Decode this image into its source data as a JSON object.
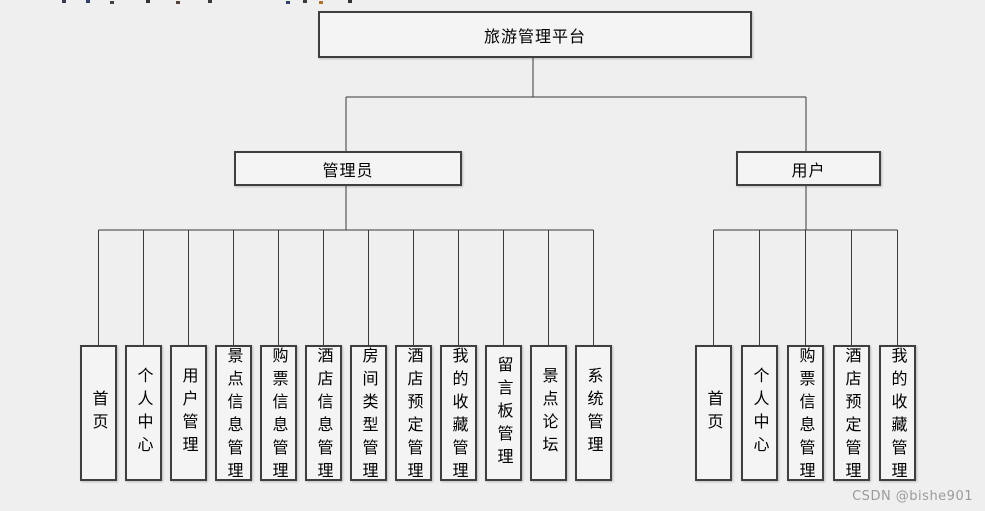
{
  "diagram": {
    "title": "旅游管理平台",
    "admin": {
      "label": "管理员",
      "children": [
        "首页",
        "个人中心",
        "用户管理",
        "景点信息管理",
        "购票信息管理",
        "酒店信息管理",
        "房间类型管理",
        "酒店预定管理",
        "我的收藏管理",
        "留言板管理",
        "景点论坛",
        "系统管理"
      ]
    },
    "user": {
      "label": "用户",
      "children": [
        "首页",
        "个人中心",
        "购票信息管理",
        "酒店预定管理",
        "我的收藏管理"
      ]
    }
  },
  "watermark": "CSDN @bishe901",
  "colors": {
    "background": "#efefef",
    "box_fill": "#f4f4f4",
    "box_border": "#3f3f3f",
    "connector_line": "#3a3a3a",
    "text": "#000000",
    "watermark": "#9b9b9b"
  }
}
